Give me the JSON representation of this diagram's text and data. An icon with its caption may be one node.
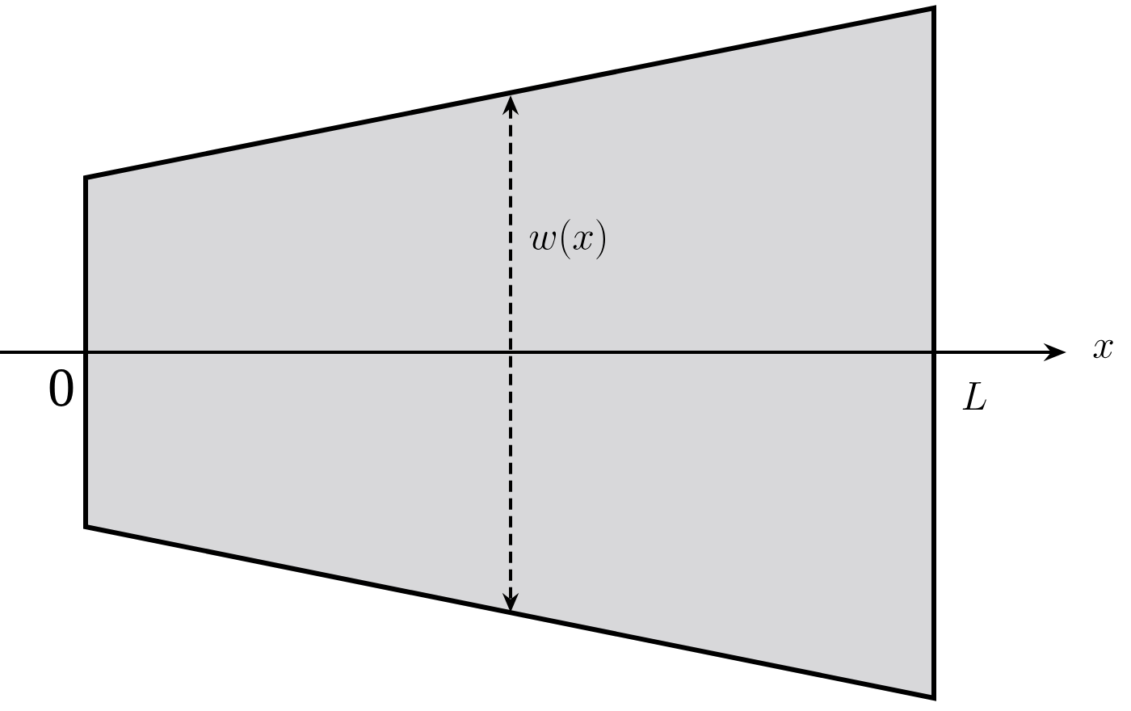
{
  "diagram": {
    "labels": [
      "w(x)",
      "0",
      "L",
      "x"
    ]
  }
}
